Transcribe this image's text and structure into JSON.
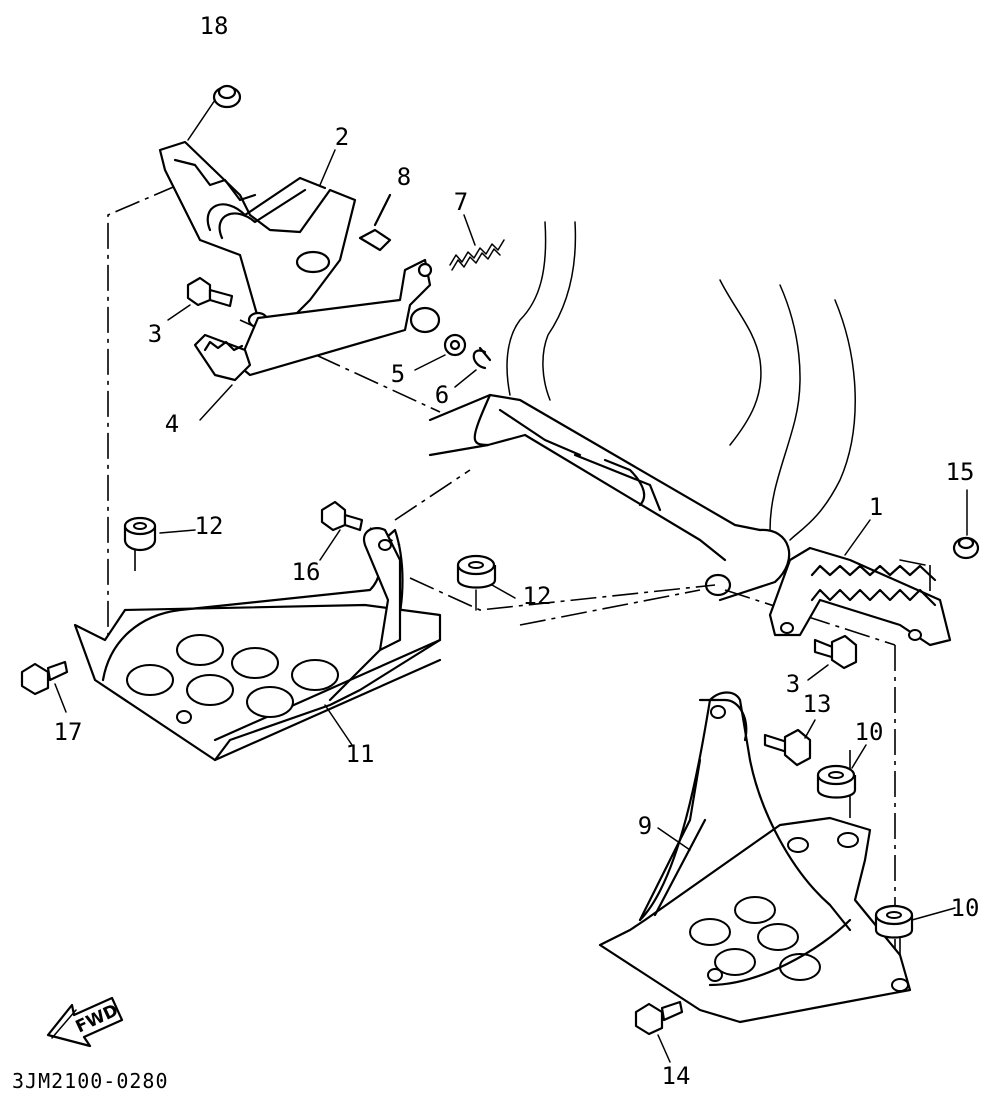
{
  "diagram": {
    "drawing_code": "3JM2100-0280",
    "fwd_label": "FWD",
    "callouts": [
      {
        "id": "c18",
        "text": "18"
      },
      {
        "id": "c2",
        "text": "2"
      },
      {
        "id": "c8",
        "text": "8"
      },
      {
        "id": "c7",
        "text": "7"
      },
      {
        "id": "c3a",
        "text": "3"
      },
      {
        "id": "c5",
        "text": "5"
      },
      {
        "id": "c6",
        "text": "6"
      },
      {
        "id": "c4",
        "text": "4"
      },
      {
        "id": "c12a",
        "text": "12"
      },
      {
        "id": "c16",
        "text": "16"
      },
      {
        "id": "c12b",
        "text": "12"
      },
      {
        "id": "c1",
        "text": "1"
      },
      {
        "id": "c15",
        "text": "15"
      },
      {
        "id": "c3b",
        "text": "3"
      },
      {
        "id": "c13",
        "text": "13"
      },
      {
        "id": "c10a",
        "text": "10"
      },
      {
        "id": "c17",
        "text": "17"
      },
      {
        "id": "c11",
        "text": "11"
      },
      {
        "id": "c9",
        "text": "9"
      },
      {
        "id": "c10b",
        "text": "10"
      },
      {
        "id": "c14",
        "text": "14"
      }
    ]
  }
}
